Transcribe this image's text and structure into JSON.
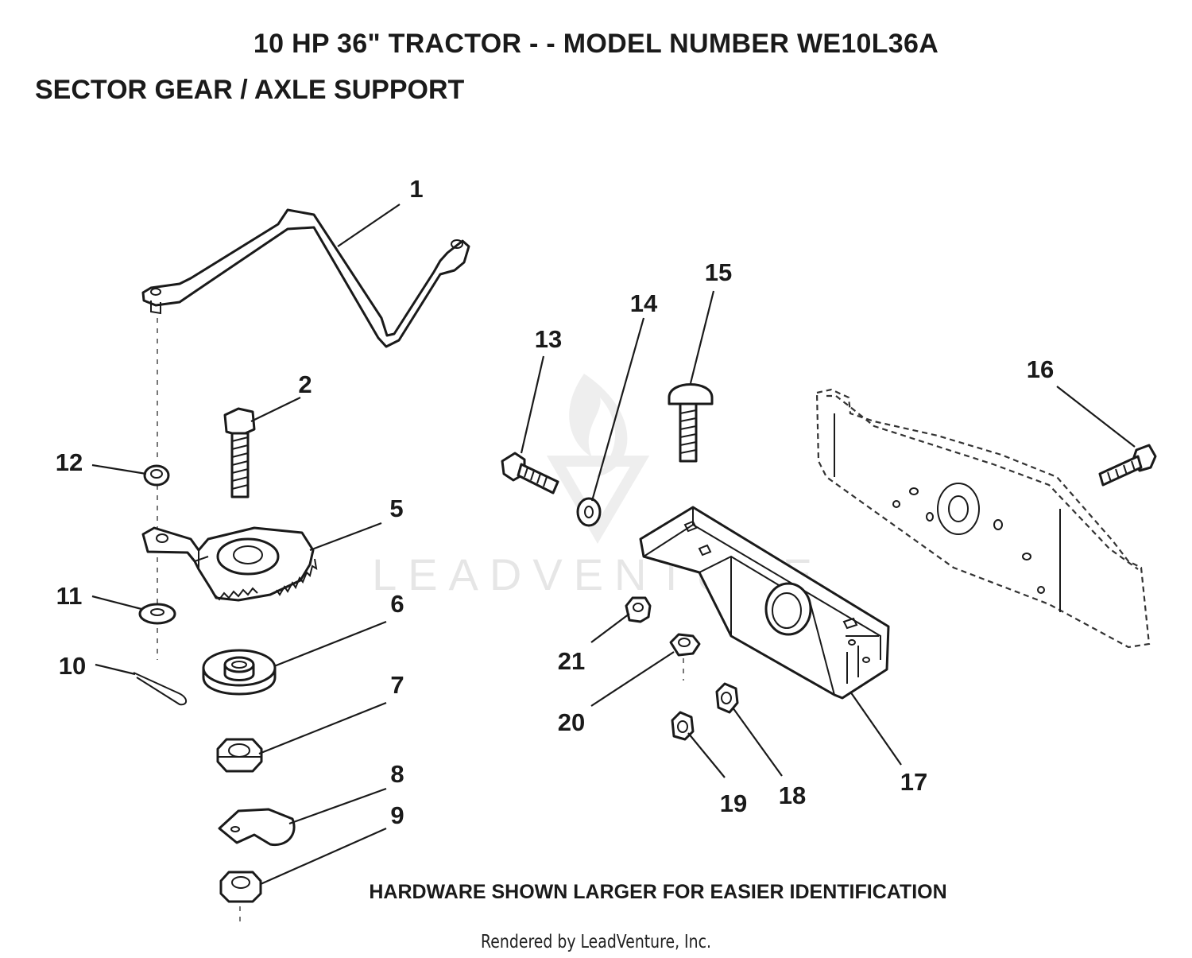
{
  "header": {
    "title": "10 HP 36\" TRACTOR - - MODEL NUMBER WE10L36A",
    "subtitle": "SECTOR GEAR / AXLE SUPPORT"
  },
  "callouts": [
    "1",
    "2",
    "5",
    "6",
    "7",
    "8",
    "9",
    "10",
    "11",
    "12",
    "13",
    "14",
    "15",
    "16",
    "17",
    "18",
    "19",
    "20",
    "21"
  ],
  "watermark": "LEADVENTURE",
  "note": "HARDWARE SHOWN LARGER FOR EASIER IDENTIFICATION",
  "footer": "Rendered by LeadVenture, Inc."
}
